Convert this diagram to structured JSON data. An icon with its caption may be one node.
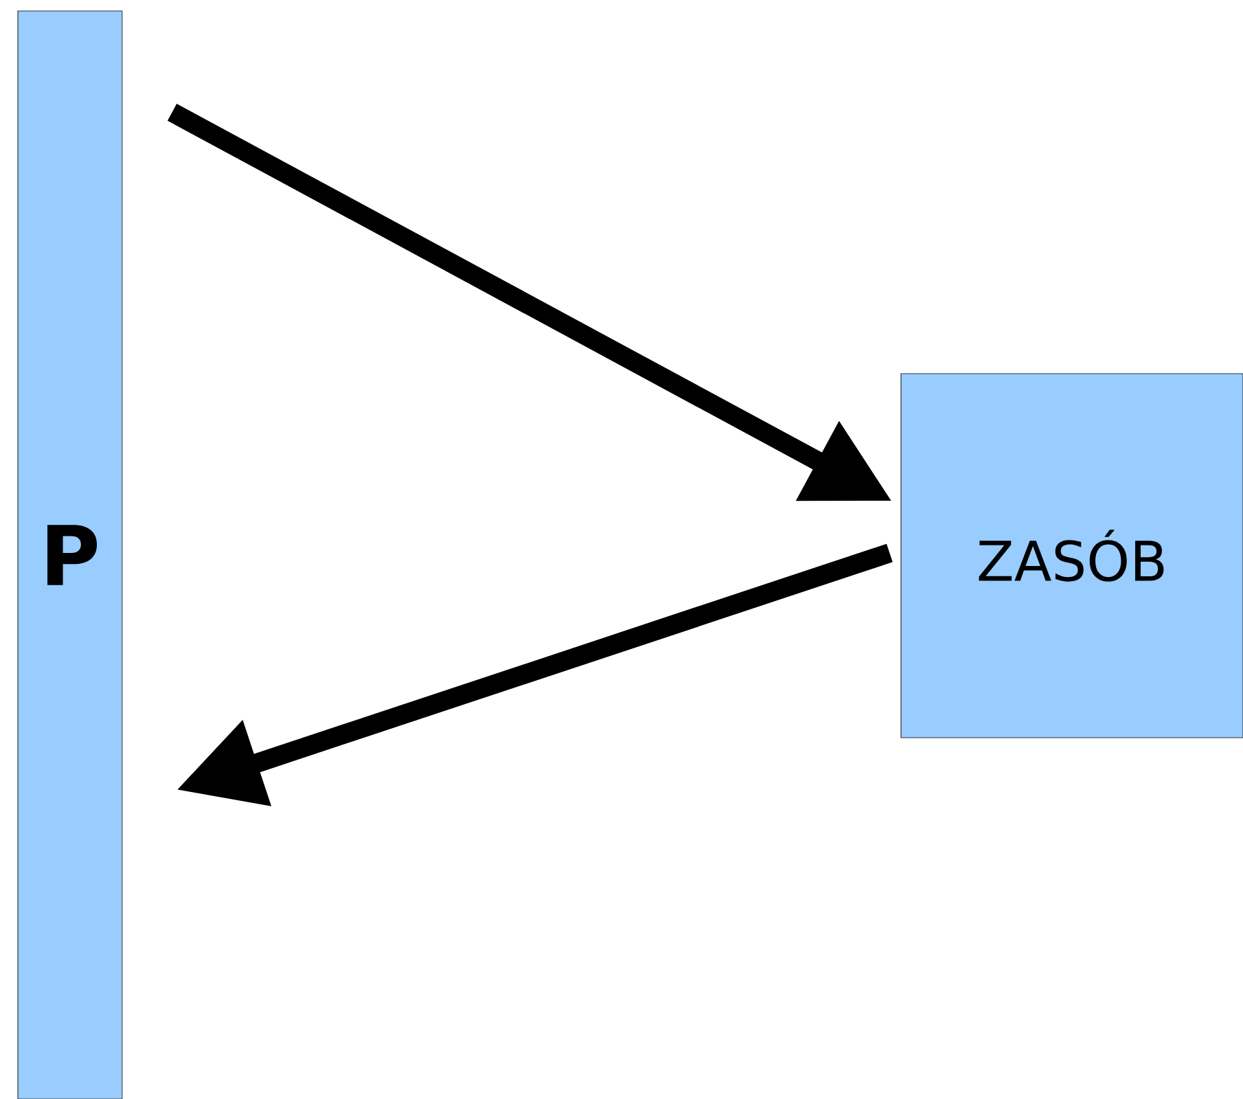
{
  "diagram": {
    "nodes": [
      {
        "text": [
          "P"
        ]
      },
      {
        "text": [
          "ZASÓB"
        ]
      }
    ],
    "edges": [
      {
        "from": 0,
        "to": 1,
        "arrow": "to"
      },
      {
        "from": 1,
        "to": 0,
        "arrow": "to"
      }
    ]
  }
}
